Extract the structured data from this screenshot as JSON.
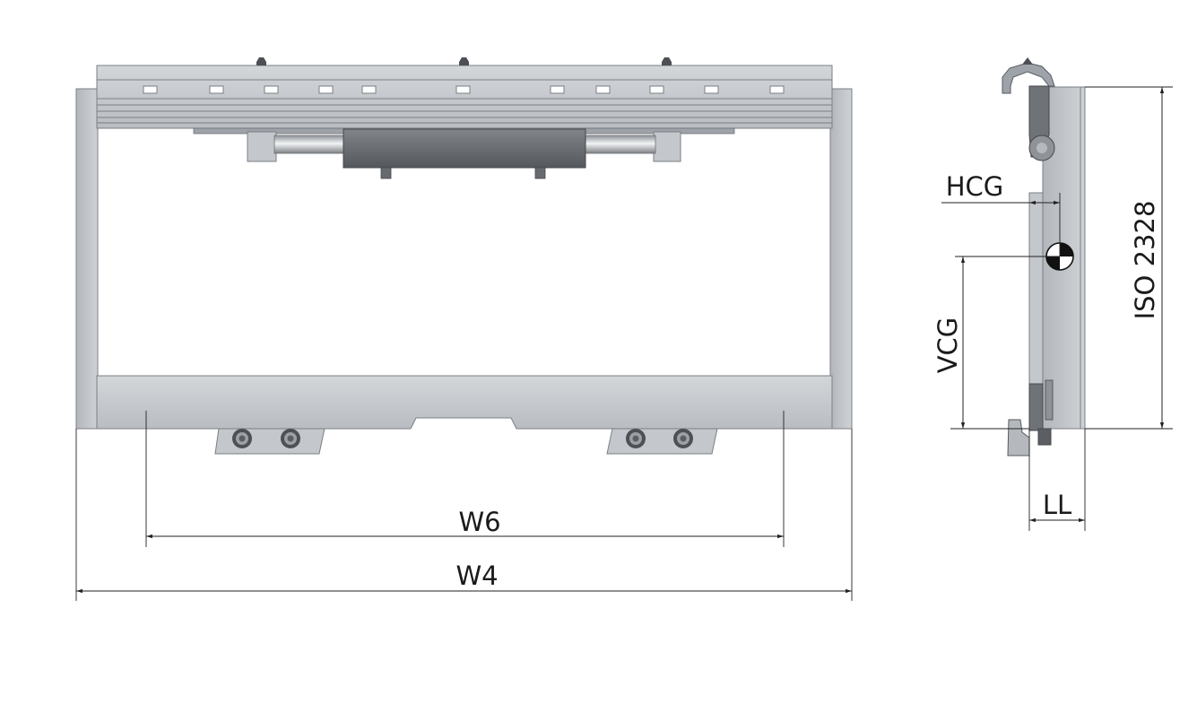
{
  "labels": {
    "w6": "W6",
    "w4": "W4",
    "hcg": "HCG",
    "vcg": "VCG",
    "ll": "LL",
    "iso": "ISO 2328"
  },
  "colors": {
    "frame": "#c4c7cb",
    "frame_dark": "#9ea3a9",
    "cylinder": "#6f7378",
    "rod": "#b8bcc0",
    "dimension_line": "#222222",
    "background": "#ffffff"
  }
}
